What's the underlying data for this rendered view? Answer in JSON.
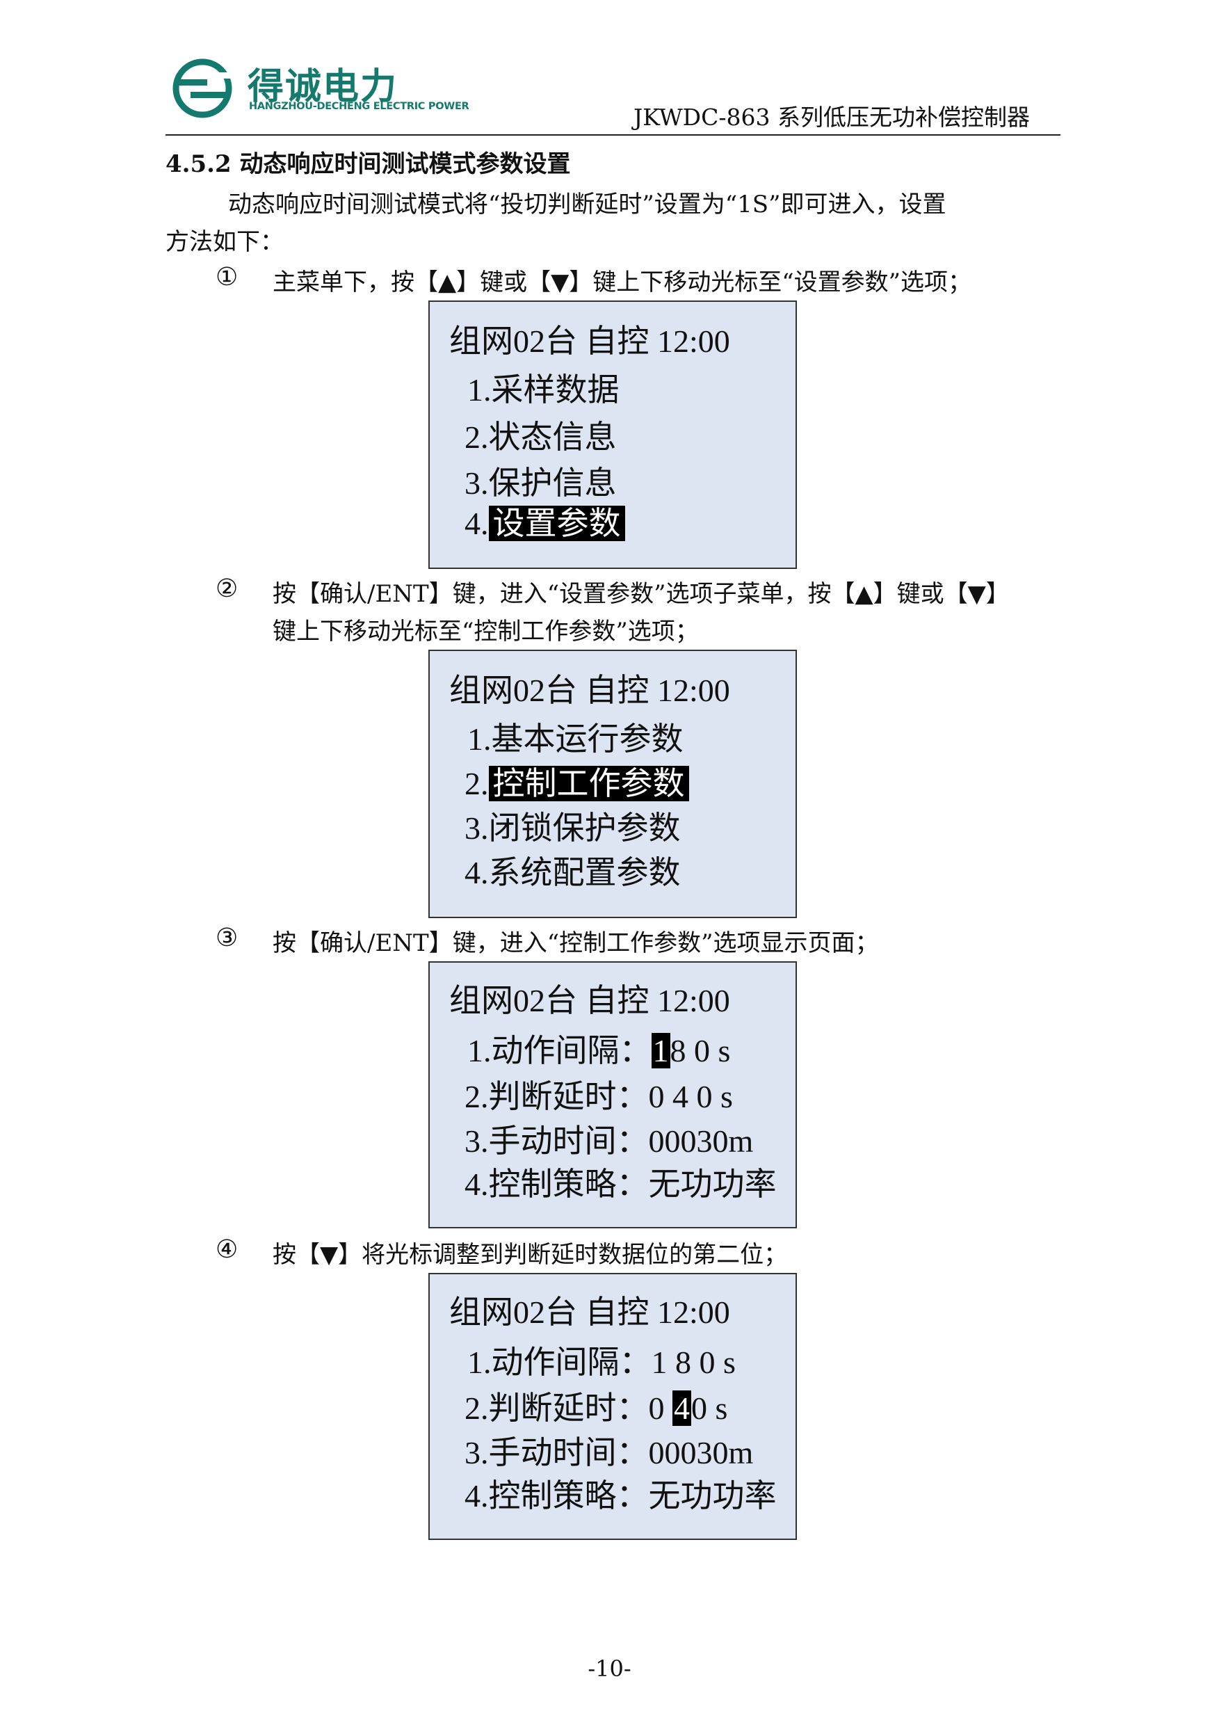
{
  "header": {
    "logo_cn": "得诚电力",
    "logo_en": "HANGZHOU-DECHENG ELECTRIC POWER",
    "title": "JKWDC-863 系列低压无功补偿控制器"
  },
  "section": {
    "heading": "4.5.2 动态响应时间测试模式参数设置",
    "intro_line1": "动态响应时间测试模式将“投切判断延时”设置为“1S”即可进入，设置",
    "intro_line2": "方法如下："
  },
  "steps": [
    {
      "num": "①",
      "lines": [
        "主菜单下，按【▲】键或【▼】键上下移动光标至“设置参数”选项；"
      ]
    },
    {
      "num": "②",
      "lines": [
        "按【确认/ENT】键，进入“设置参数”选项子菜单，按【▲】键或【▼】",
        "键上下移动光标至“控制工作参数”选项；"
      ]
    },
    {
      "num": "③",
      "lines": [
        "按【确认/ENT】键，进入“控制工作参数”选项显示页面；"
      ]
    },
    {
      "num": "④",
      "lines": [
        "按【▼】将光标调整到判断延时数据位的第二位；"
      ]
    }
  ],
  "screens": [
    {
      "status": "组网02台  自控  12:00",
      "items": [
        "1.采样数据",
        "2.状态信息",
        "3.保护信息"
      ],
      "selected_prefix": "4.",
      "selected_label": "设置参数"
    },
    {
      "status": "组网02台  自控  12:00",
      "item1": "1.基本运行参数",
      "selected_prefix": "2.",
      "selected_label": "控制工作参数",
      "item3": "3.闭锁保护参数",
      "item4": "4.系统配置参数"
    },
    {
      "status": "组网02台  自控  12:00",
      "row1_label": "1.动作间隔：",
      "row1_cursor": "1",
      "row1_rest": "8 0 s",
      "row2": "2.判断延时：0 4 0 s",
      "row3": "3.手动时间：00030m",
      "row4": "4.控制策略：无功功率"
    },
    {
      "status": "组网02台  自控  12:00",
      "row1": "1.动作间隔：1 8 0 s",
      "row2_label": "2.判断延时：",
      "row2_pre": "0",
      "row2_cursor": "4",
      "row2_rest": "0 s",
      "row3": "3.手动时间：00030m",
      "row4": "4.控制策略：无功功率"
    }
  ],
  "page_number": "-10-",
  "colors": {
    "brand": "#157a6e",
    "lcd_bg": "#dde5f2",
    "highlight": "#000000"
  }
}
